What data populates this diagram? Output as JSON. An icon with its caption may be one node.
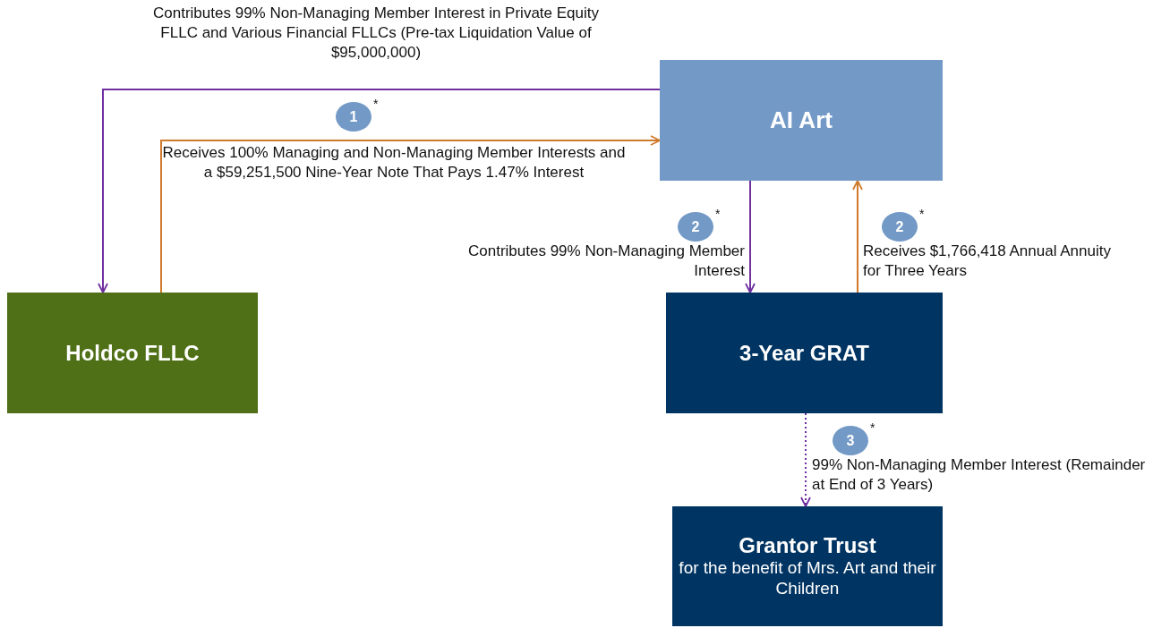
{
  "diagram": {
    "nodes": [
      {
        "text": [
          "AI Art"
        ]
      },
      {
        "text": [
          "Holdco FLLC"
        ]
      },
      {
        "text": [
          "3-Year GRAT"
        ]
      },
      {
        "text": [
          "Grantor Trust",
          "for the benefit of Mrs. Art and their Children"
        ]
      }
    ],
    "edges": [
      {
        "from": 0,
        "to": 1,
        "arrow": "to",
        "color": "#7030a0",
        "label": "Contributes 99% Non-Managing Member Interest in Private Equity FLLC and Various Financial FLLCs (Pre-tax Liquidation Value of $95,000,000)"
      },
      {
        "from": 1,
        "to": 0,
        "arrow": "to",
        "color": "#d07a2c",
        "label": "Receives 100% Managing and Non-Managing Member Interests and a $59,251,500 Nine-Year Note That Pays 1.47% Interest"
      },
      {
        "from": 0,
        "to": 2,
        "arrow": "to",
        "color": "#7030a0",
        "label": "Contributes 99% Non-Managing Member Interest"
      },
      {
        "from": 2,
        "to": 0,
        "arrow": "to",
        "color": "#d07a2c",
        "label": "Receives $1,766,418 Annual Annuity for Three Years"
      },
      {
        "from": 2,
        "to": 3,
        "arrow": "to",
        "color": "#7030a0",
        "style": "dashed",
        "label": "99% Non-Managing Member Interest (Remainder at End of 3 Years)"
      }
    ],
    "labels": [
      "1$^{*}$",
      "2$^{*}$",
      "2$^{*}$",
      "3$^{*}$"
    ]
  }
}
